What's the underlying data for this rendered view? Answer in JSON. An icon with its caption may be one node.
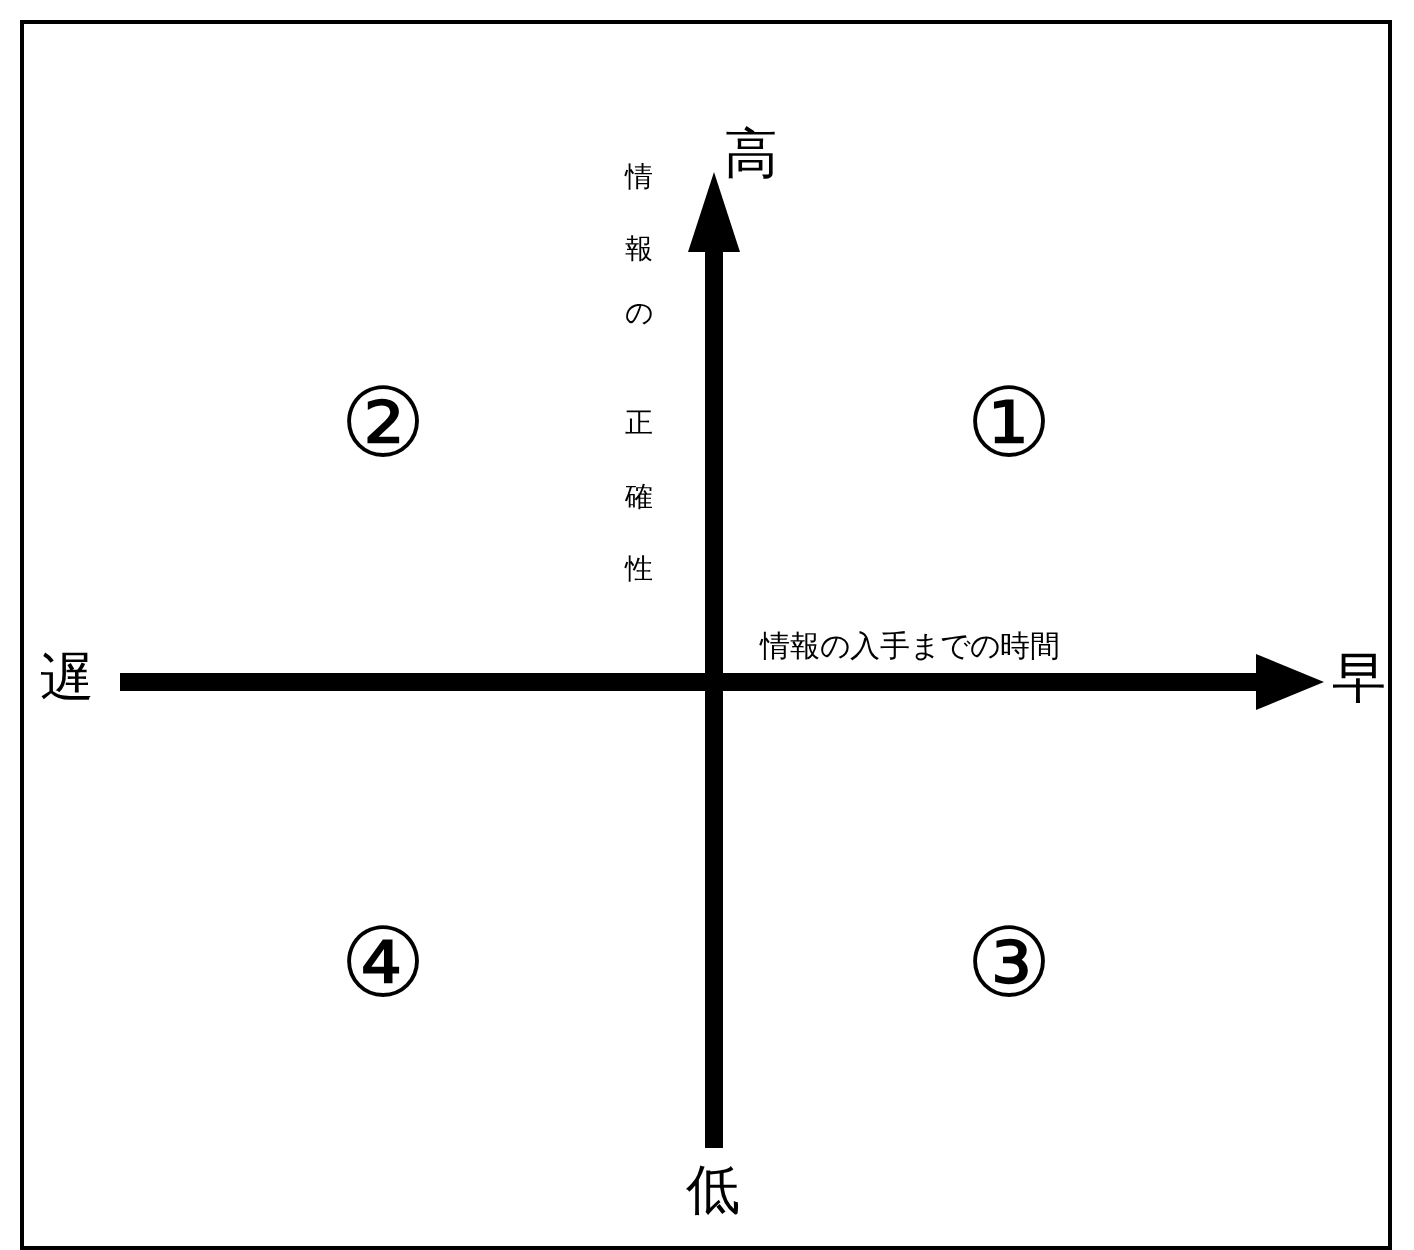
{
  "diagram": {
    "labels": [
      "情報の正確性",
      "高",
      "②",
      "①",
      "遅",
      "情報の入手までの時間",
      "早",
      "④",
      "③",
      "低"
    ]
  }
}
